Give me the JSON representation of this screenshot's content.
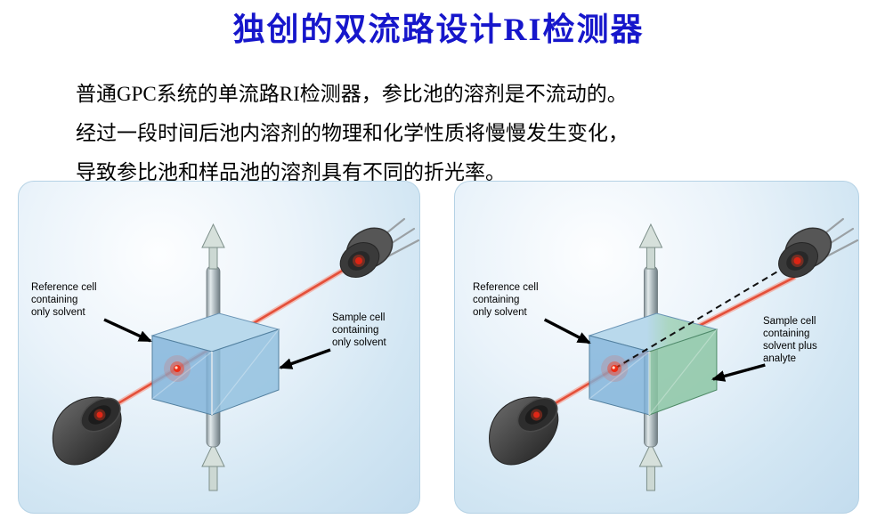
{
  "title": "独创的双流路设计RI检测器",
  "paragraph": {
    "line1": "普通GPC系统的单流路RI检测器，参比池的溶剂是不流动的。",
    "line2": "经过一段时间后池内溶剂的物理和化学性质将慢慢发生变化，",
    "line3": "导致参比池和样品池的溶剂具有不同的折光率。"
  },
  "left_diagram": {
    "reference_label": "Reference cell\ncontaining\nonly solvent",
    "sample_label": "Sample cell\ncontaining\nonly solvent"
  },
  "right_diagram": {
    "reference_label": "Reference cell\ncontaining\nonly solvent",
    "sample_label": "Sample cell\ncontaining\nsolvent plus\nanalyte"
  },
  "colors": {
    "title_color": "#1616cb",
    "beam_color": "#e4503a",
    "reference_cell_color": "#7fb2d9",
    "sample_cell_solvent_color": "#8fbede",
    "sample_cell_analyte_color": "#8cc6a4",
    "panel_background": "#d2e6f3"
  }
}
